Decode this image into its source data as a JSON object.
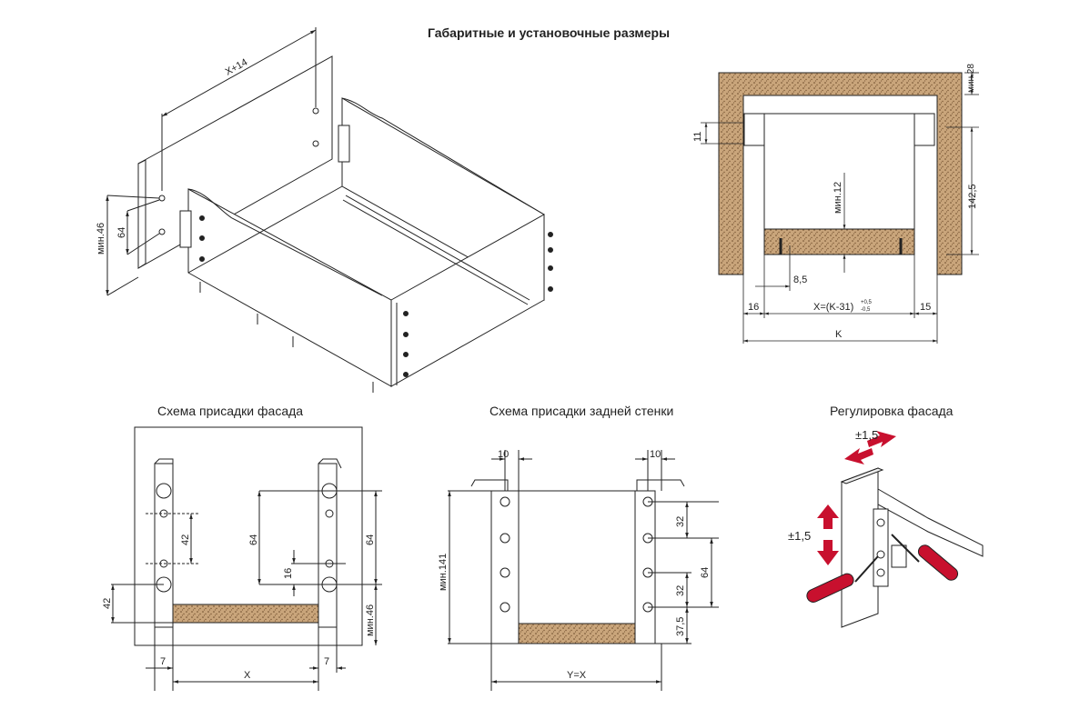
{
  "main_title": "Габаритные и установочные размеры",
  "sections": {
    "facade": "Схема присадки фасада",
    "back_wall": "Схема присадки задней стенки",
    "adjust": "Регулировка фасада"
  },
  "iso": {
    "x14": "X+14",
    "min46": "мин.46",
    "d64": "64"
  },
  "section_view": {
    "min28": "мин.28",
    "d11": "11",
    "d142_5": "142,5",
    "min12": "мин.12",
    "d8_5": "8,5",
    "d16": "16",
    "formula": "X=(K-31)",
    "tol_plus": "+0,5",
    "tol_minus": "-0,5",
    "d15": "15",
    "k": "K"
  },
  "facade_view": {
    "d42": "42",
    "d64a": "64",
    "d64b": "64",
    "d16": "16",
    "d42b": "42",
    "min46": "мин.46",
    "d7a": "7",
    "d7b": "7",
    "x": "X"
  },
  "back_view": {
    "d10a": "10",
    "d10b": "10",
    "min141": "мин.141",
    "d32a": "32",
    "d64": "64",
    "d32b": "32",
    "d37_5": "37,5",
    "yx": "Y=X"
  },
  "adjust_view": {
    "pm_top": "±1,5",
    "pm_left": "±1,5"
  },
  "colors": {
    "wood": "#c9a57b",
    "wood_dark": "#6b4a2a",
    "red": "#c8102e",
    "line": "#222222"
  }
}
